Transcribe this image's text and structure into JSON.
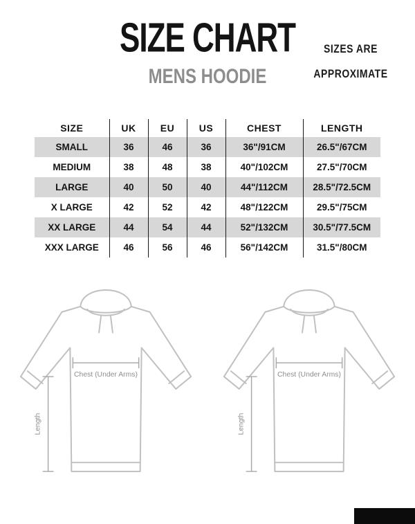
{
  "header": {
    "title": "SIZE CHART",
    "subtitle": "MENS HOODIE",
    "note_line1": "SIZES ARE",
    "note_line2": "APPROXIMATE"
  },
  "table": {
    "columns": [
      "SIZE",
      "UK",
      "EU",
      "US",
      "CHEST",
      "LENGTH"
    ],
    "keys": [
      "size",
      "uk",
      "eu",
      "us",
      "chest",
      "length"
    ],
    "rows": [
      {
        "size": "SMALL",
        "uk": "36",
        "eu": "46",
        "us": "36",
        "chest": "36\"/91CM",
        "length": "26.5\"/67CM"
      },
      {
        "size": "MEDIUM",
        "uk": "38",
        "eu": "48",
        "us": "38",
        "chest": "40\"/102CM",
        "length": "27.5\"/70CM"
      },
      {
        "size": "LARGE",
        "uk": "40",
        "eu": "50",
        "us": "40",
        "chest": "44\"/112CM",
        "length": "28.5\"/72.5CM"
      },
      {
        "size": "X LARGE",
        "uk": "42",
        "eu": "52",
        "us": "42",
        "chest": "48\"/122CM",
        "length": "29.5\"/75CM"
      },
      {
        "size": "XX LARGE",
        "uk": "44",
        "eu": "54",
        "us": "44",
        "chest": "52\"/132CM",
        "length": "30.5\"/77.5CM"
      },
      {
        "size": "XXX LARGE",
        "uk": "46",
        "eu": "56",
        "us": "46",
        "chest": "56\"/142CM",
        "length": "31.5\"/80CM"
      }
    ]
  },
  "diagram": {
    "chest_label": "Chest (Under Arms)",
    "length_label": "Length"
  },
  "colors": {
    "row_shade": "#d7d7d7",
    "subtitle_gray": "#8d8d8d",
    "drawing_stroke": "#c0c0c0",
    "text_black": "#141414",
    "logo_black": "#0c0c0c"
  }
}
